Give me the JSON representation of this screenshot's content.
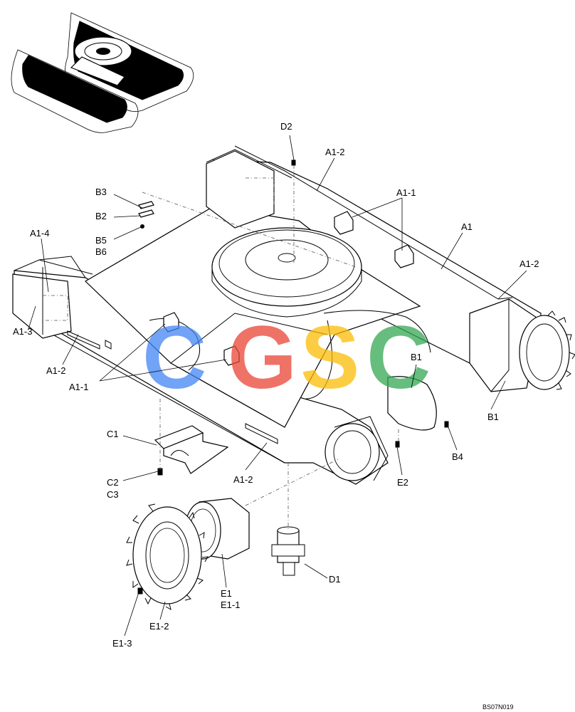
{
  "labels": {
    "D2": "D2",
    "A1_2_top": "A1-2",
    "A1_1_top": "A1-1",
    "A1": "A1",
    "A1_2_right": "A1-2",
    "B3": "B3",
    "B2": "B2",
    "B5": "B5",
    "B6": "B6",
    "A1_4": "A1-4",
    "A1_3": "A1-3",
    "A1_2_left": "A1-2",
    "A1_1_left": "A1-1",
    "B1_mid": "B1",
    "B1_right": "B1",
    "B4": "B4",
    "C1": "C1",
    "C2": "C2",
    "C3": "C3",
    "A1_2_bottom": "A1-2",
    "E2": "E2",
    "D1": "D1",
    "E1": "E1",
    "E1_1": "E1-1",
    "E1_2": "E1-2",
    "E1_3": "E1-3"
  },
  "watermark": {
    "letters": [
      "C",
      "G",
      "S",
      "C"
    ],
    "colors": [
      "#4285F4",
      "#EA4335",
      "#FBBC05",
      "#34A853"
    ]
  },
  "drawing_code": "BS07N019"
}
